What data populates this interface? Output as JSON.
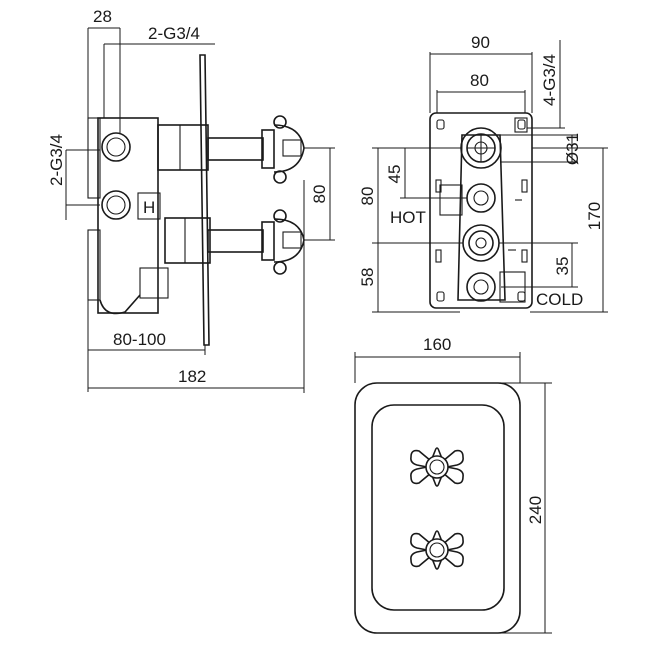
{
  "side_view": {
    "dim_top_28": "28",
    "dim_top_thread": "2-G3/4",
    "dim_left_thread": "2-G3/4",
    "dim_right_80": "80",
    "dim_depth": "80-100",
    "dim_total": "182",
    "outlet_marker": "H"
  },
  "front_view": {
    "dim_width_90": "90",
    "dim_width_80": "80",
    "dim_thread_4": "4-G3/4",
    "dim_dia": "Ø31",
    "dim_45": "45",
    "dim_80": "80",
    "dim_170": "170",
    "dim_58": "58",
    "dim_35": "35",
    "label_hot": "HOT",
    "label_cold": "COLD"
  },
  "plate_view": {
    "dim_width": "160",
    "dim_height": "240"
  }
}
